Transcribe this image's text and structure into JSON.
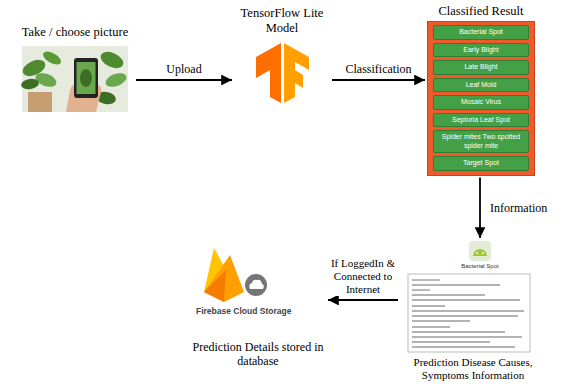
{
  "diagram": {
    "nodes": [
      {
        "text": [
          "Take / choose picture"
        ]
      },
      {
        "text": [
          "TensorFlow Lite Model"
        ]
      },
      {
        "text": [
          "Classified Result"
        ]
      },
      {
        "text": [
          "Bacterial Spot"
        ],
        "in": 2
      },
      {
        "text": [
          "Early Blight"
        ],
        "in": 2
      },
      {
        "text": [
          "Late Blight"
        ],
        "in": 2
      },
      {
        "text": [
          "Leaf Mold"
        ],
        "in": 2
      },
      {
        "text": [
          "Mosaic Virus"
        ],
        "in": 2
      },
      {
        "text": [
          "Septoria Leaf Spot"
        ],
        "in": 2
      },
      {
        "text": [
          "Spider mites Two spotted spider mite"
        ],
        "in": 2
      },
      {
        "text": [
          "Target Spot"
        ],
        "in": 2
      },
      {
        "text": [
          "Prediction Disease Causes, Symptoms Information"
        ]
      },
      {
        "text": [
          "Firebase Cloud Storage",
          "Prediction Details stored in database"
        ]
      }
    ],
    "edges": [
      {
        "from": 0,
        "to": 1,
        "arrow": "to",
        "label": "Upload"
      },
      {
        "from": 1,
        "to": 2,
        "arrow": "to",
        "label": "Classification"
      },
      {
        "from": 2,
        "to": 11,
        "arrow": "to",
        "label": "Information"
      },
      {
        "from": 11,
        "to": 12,
        "arrow": "to",
        "label": "If LoggedIn & Connected to Internet"
      }
    ],
    "labels": [
      "Bacterial Spot"
    ]
  }
}
